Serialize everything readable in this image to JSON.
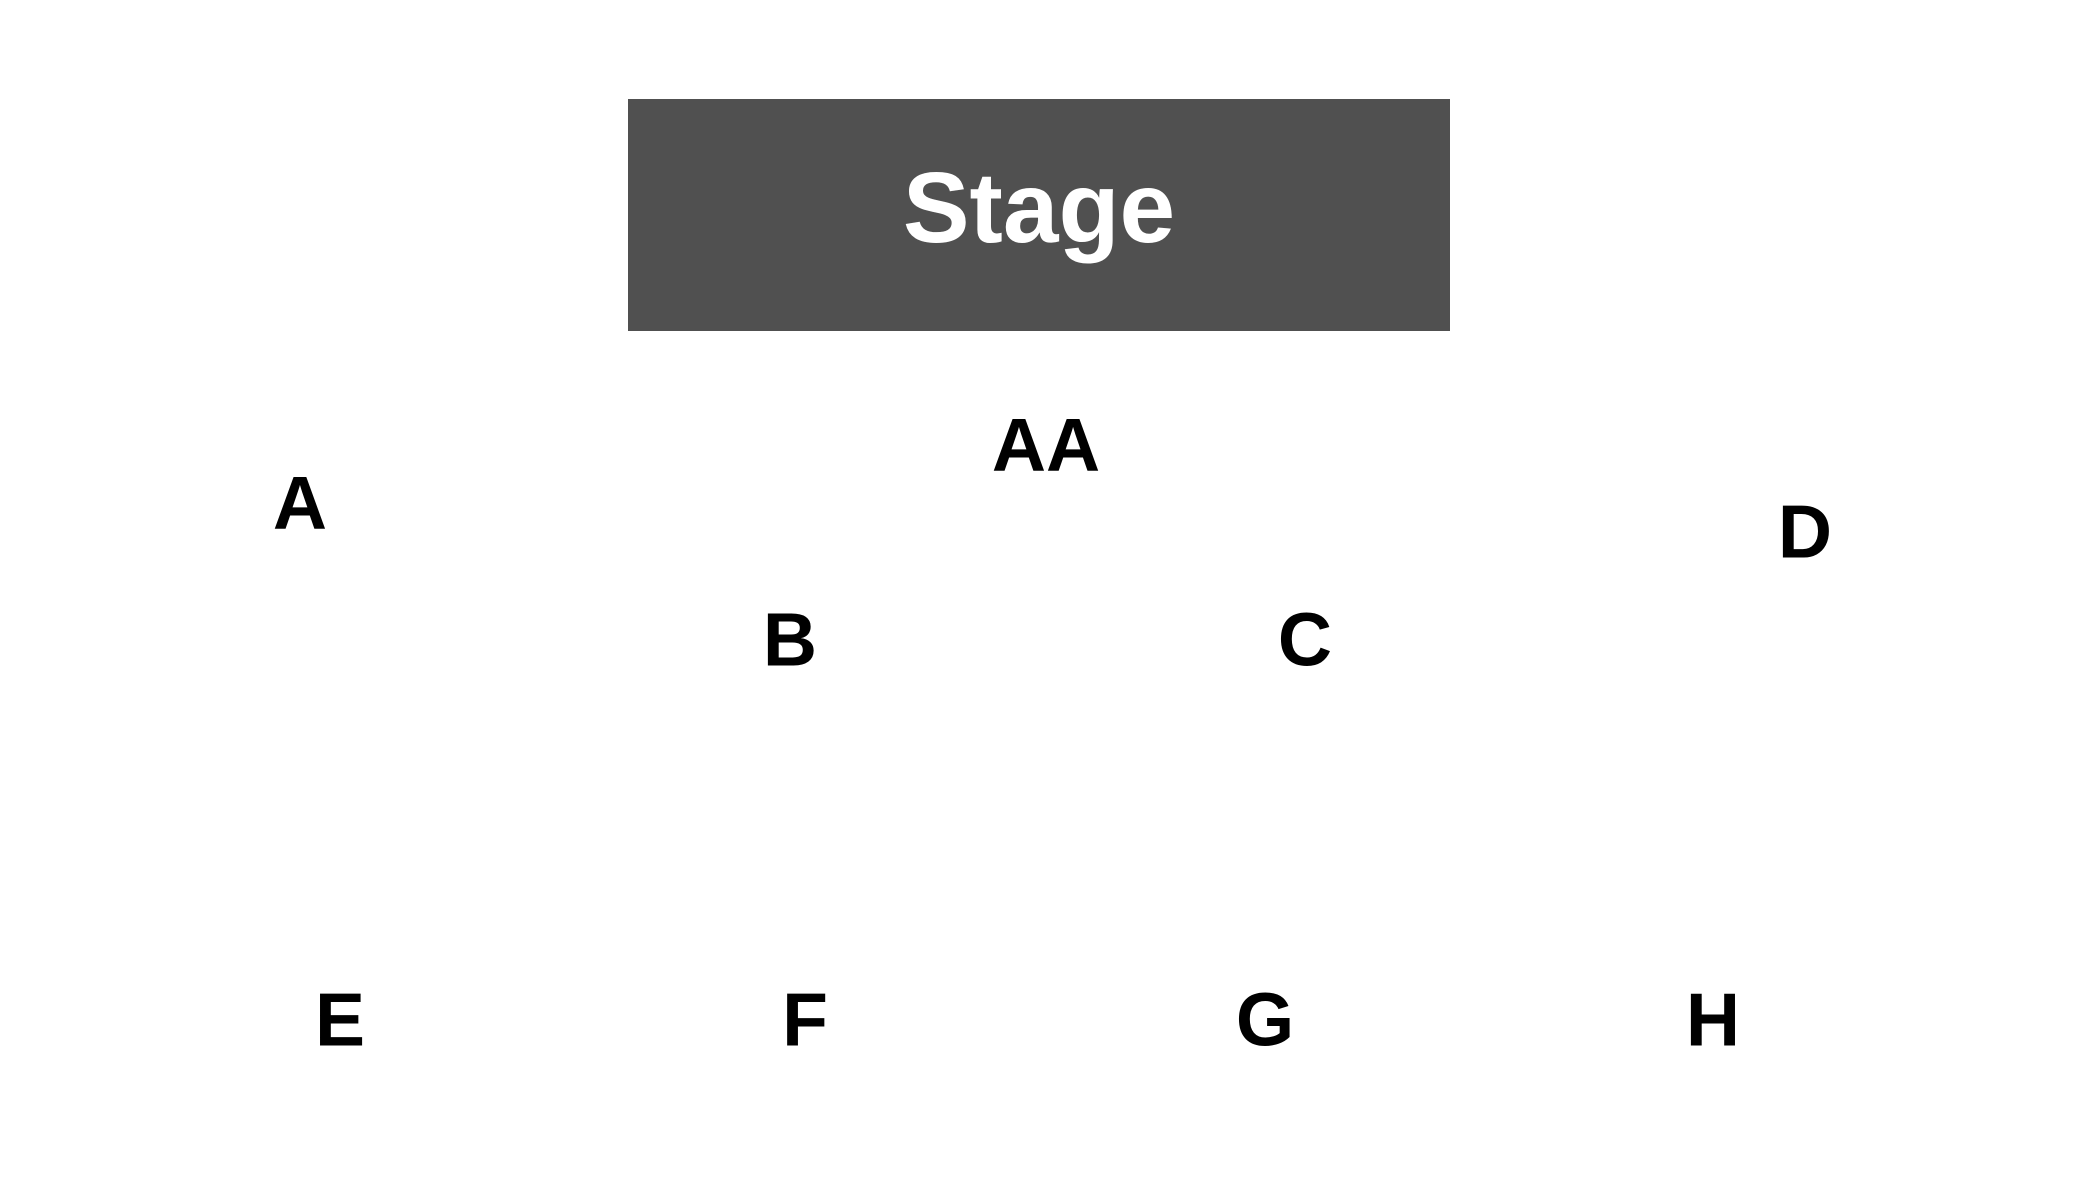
{
  "stage": {
    "label": "Stage",
    "fill_color": "#505050",
    "text_color": "#ffffff"
  },
  "sections": {
    "aa": "AA",
    "a": "A",
    "b": "B",
    "c": "C",
    "d": "D",
    "e": "E",
    "f": "F",
    "g": "G",
    "h": "H"
  }
}
